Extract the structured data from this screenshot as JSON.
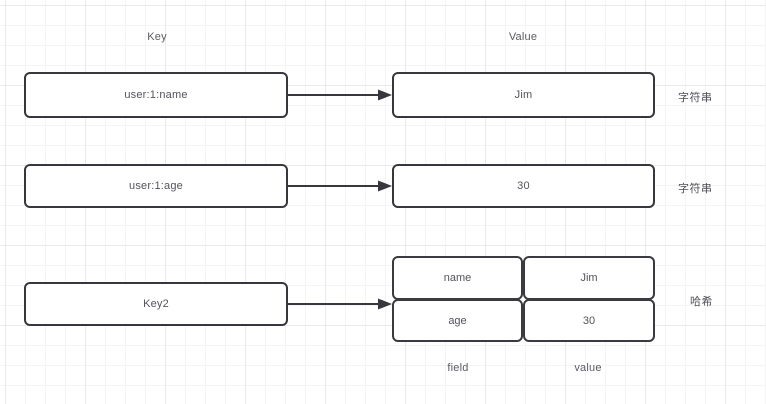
{
  "diagram": {
    "title_headers": {
      "key": "Key",
      "value": "Value"
    },
    "rows": [
      {
        "key": "user:1:name",
        "value": "Jim",
        "type_label": "字符串"
      },
      {
        "key": "user:1:age",
        "value": "30",
        "type_label": "字符串"
      }
    ],
    "hash_row": {
      "key": "Key2",
      "type_label": "哈希",
      "table": {
        "column_captions": {
          "field": "field",
          "value": "value"
        },
        "entries": [
          {
            "field": "name",
            "value": "Jim"
          },
          {
            "field": "age",
            "value": "30"
          }
        ]
      }
    },
    "colors": {
      "border": "#37373d",
      "text": "#53535b",
      "grid_minor": "#f4f4f7",
      "grid_major": "#e9e9ee",
      "background": "#ffffff"
    },
    "arrows": [
      {
        "name": "arrow-key1-to-value1"
      },
      {
        "name": "arrow-key2-to-value2"
      },
      {
        "name": "arrow-key3-to-hash"
      }
    ]
  }
}
